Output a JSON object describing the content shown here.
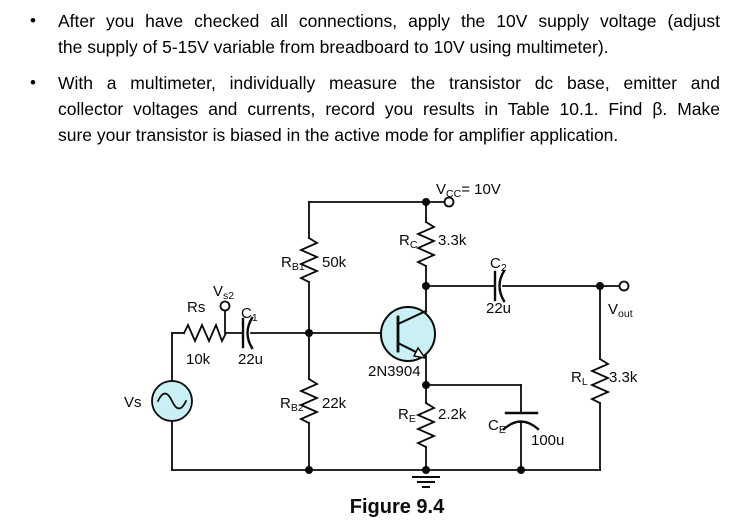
{
  "bullets": [
    {
      "lines": [
        "After you have checked all connections, apply the 10V supply voltage (adjust",
        "the supply of 5-15V variable from breadboard to 10V using multimeter)."
      ]
    },
    {
      "lines": [
        "With a multimeter, individually measure the transistor dc base, emitter and",
        "collector voltages and currents, record you results in Table 10.1. Find β. Make",
        "sure your transistor is biased in the active mode for amplifier application."
      ]
    }
  ],
  "circuit": {
    "vcc": {
      "sym": "V",
      "sub": "CC",
      "eq": "= 10V"
    },
    "rb1": {
      "sym": "R",
      "sub": "B1",
      "value": "50k"
    },
    "rc": {
      "sym": "R",
      "sub": "C",
      "value": "3.3k"
    },
    "c1": {
      "sym": "C",
      "sub": "1",
      "value": "22u"
    },
    "c2": {
      "sym": "C",
      "sub": "2",
      "value": "22u"
    },
    "rb2": {
      "sym": "R",
      "sub": "B2",
      "value": "22k"
    },
    "re": {
      "sym": "R",
      "sub": "E",
      "value": "2.2k"
    },
    "ce": {
      "sym": "C",
      "sub": "E",
      "value": "100u"
    },
    "rl": {
      "sym": "R",
      "sub": "L",
      "value": "3.3k"
    },
    "rs": {
      "sym": "Rs",
      "value": "10k"
    },
    "vs": {
      "sym": "Vs"
    },
    "vs2": {
      "sym": "V",
      "sub": "s2"
    },
    "vout": {
      "sym": "V",
      "sub": "out"
    },
    "transistor": {
      "part": "2N3904"
    },
    "caption": "Figure 9.4"
  },
  "colors": {
    "component_fill": "#c9f0f4",
    "wire": "#0a0a0a"
  }
}
